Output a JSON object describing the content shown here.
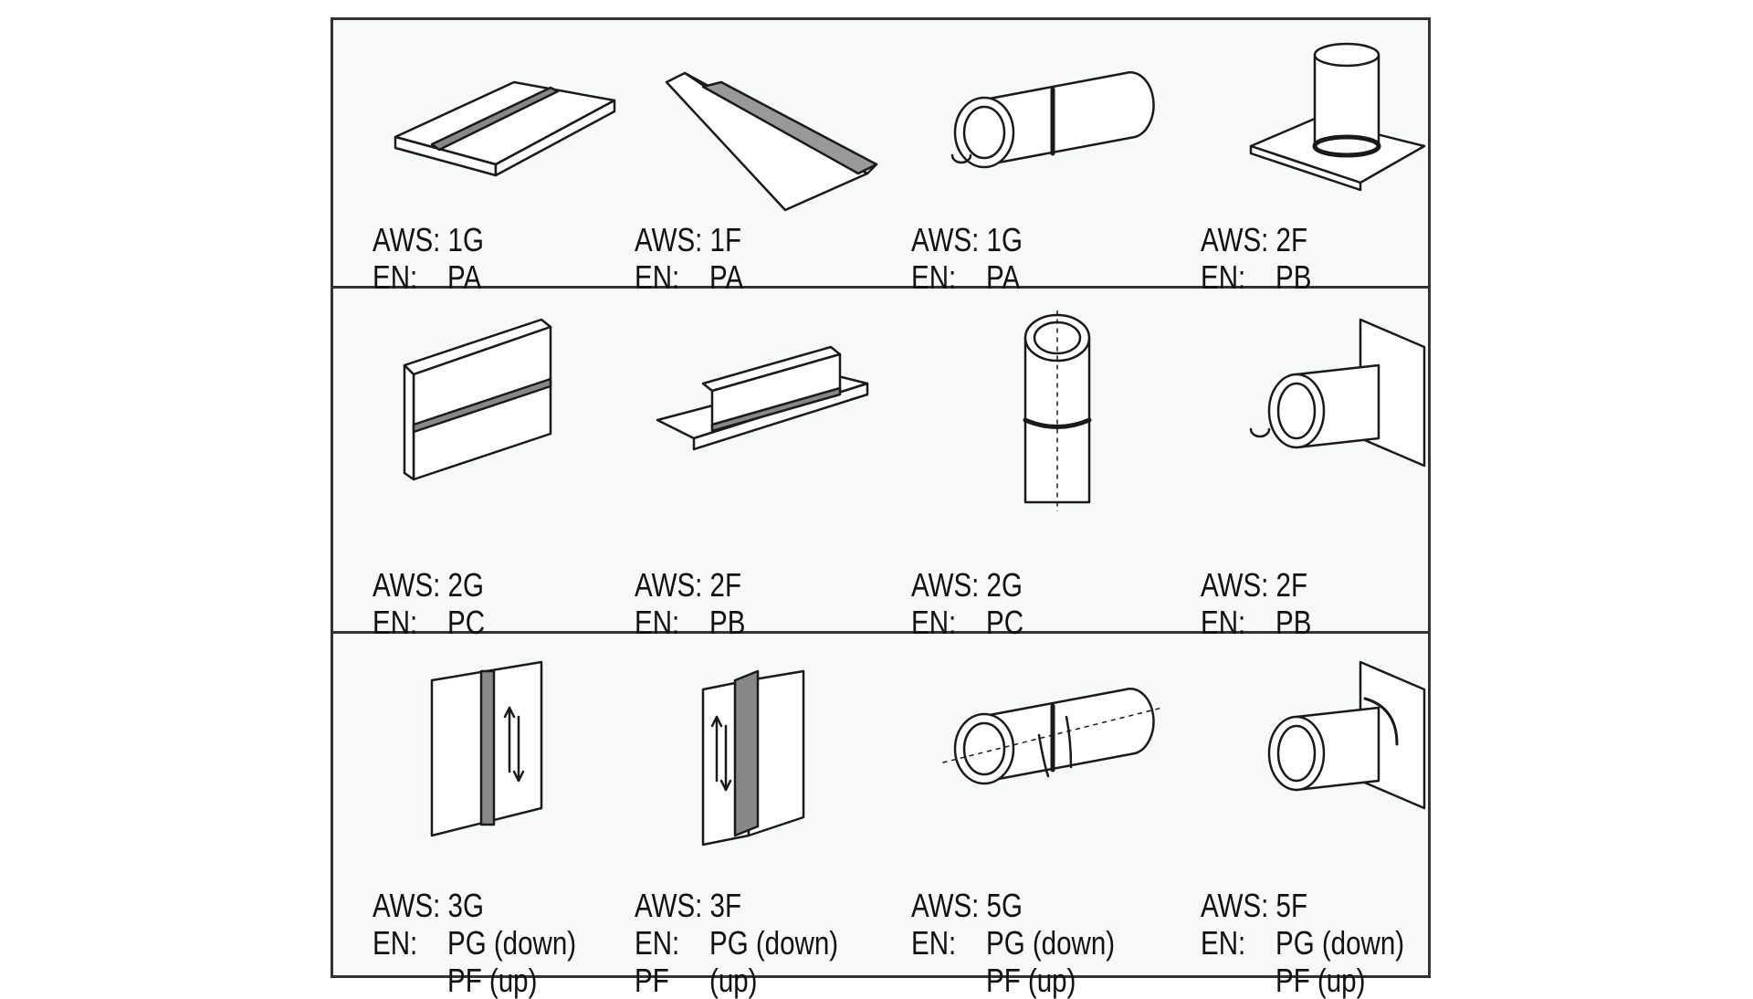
{
  "rows": [
    [
      {
        "figure": "plate-butt-flat-icon",
        "aws": "AWS: 1G",
        "en": [
          "EN:",
          "PA"
        ]
      },
      {
        "figure": "fillet-flat-icon",
        "aws": "AWS: 1F",
        "en": [
          "EN:",
          "PA"
        ]
      },
      {
        "figure": "pipe-horizontal-rotated-icon",
        "aws": "AWS: 1G",
        "en": [
          "EN:",
          "PA"
        ]
      },
      {
        "figure": "pipe-on-plate-icon",
        "aws": "AWS: 2F",
        "en": [
          "EN:",
          "PB"
        ]
      }
    ],
    [
      {
        "figure": "plate-butt-horizontal-icon",
        "aws": "AWS: 2G",
        "en": [
          "EN:",
          "PC"
        ]
      },
      {
        "figure": "tee-fillet-horizontal-icon",
        "aws": "AWS: 2F",
        "en": [
          "EN:",
          "PB"
        ]
      },
      {
        "figure": "pipe-vertical-icon",
        "aws": "AWS: 2G",
        "en": [
          "EN:",
          "PC"
        ]
      },
      {
        "figure": "pipe-on-wall-rotated-icon",
        "aws": "AWS: 2F",
        "en": [
          "EN:",
          "PB"
        ]
      }
    ],
    [
      {
        "figure": "plate-vertical-icon",
        "aws": "AWS: 3G",
        "en": [
          "EN:",
          "PG (down)"
        ],
        "extra": [
          "",
          "PF (up)"
        ]
      },
      {
        "figure": "tee-vertical-icon",
        "aws": "AWS: 3F",
        "en": [
          "EN:",
          "PG (down)"
        ],
        "extra": [
          "PF",
          "(up)"
        ]
      },
      {
        "figure": "pipe-horizontal-fixed-icon",
        "aws": "AWS: 5G",
        "en": [
          "EN:",
          "PG (down)"
        ],
        "extra": [
          "",
          "PF (up)"
        ]
      },
      {
        "figure": "pipe-on-wall-fixed-icon",
        "aws": "AWS: 5F",
        "en": [
          "EN:",
          "PG (down)"
        ],
        "extra": [
          "",
          "PF (up)"
        ]
      }
    ]
  ]
}
